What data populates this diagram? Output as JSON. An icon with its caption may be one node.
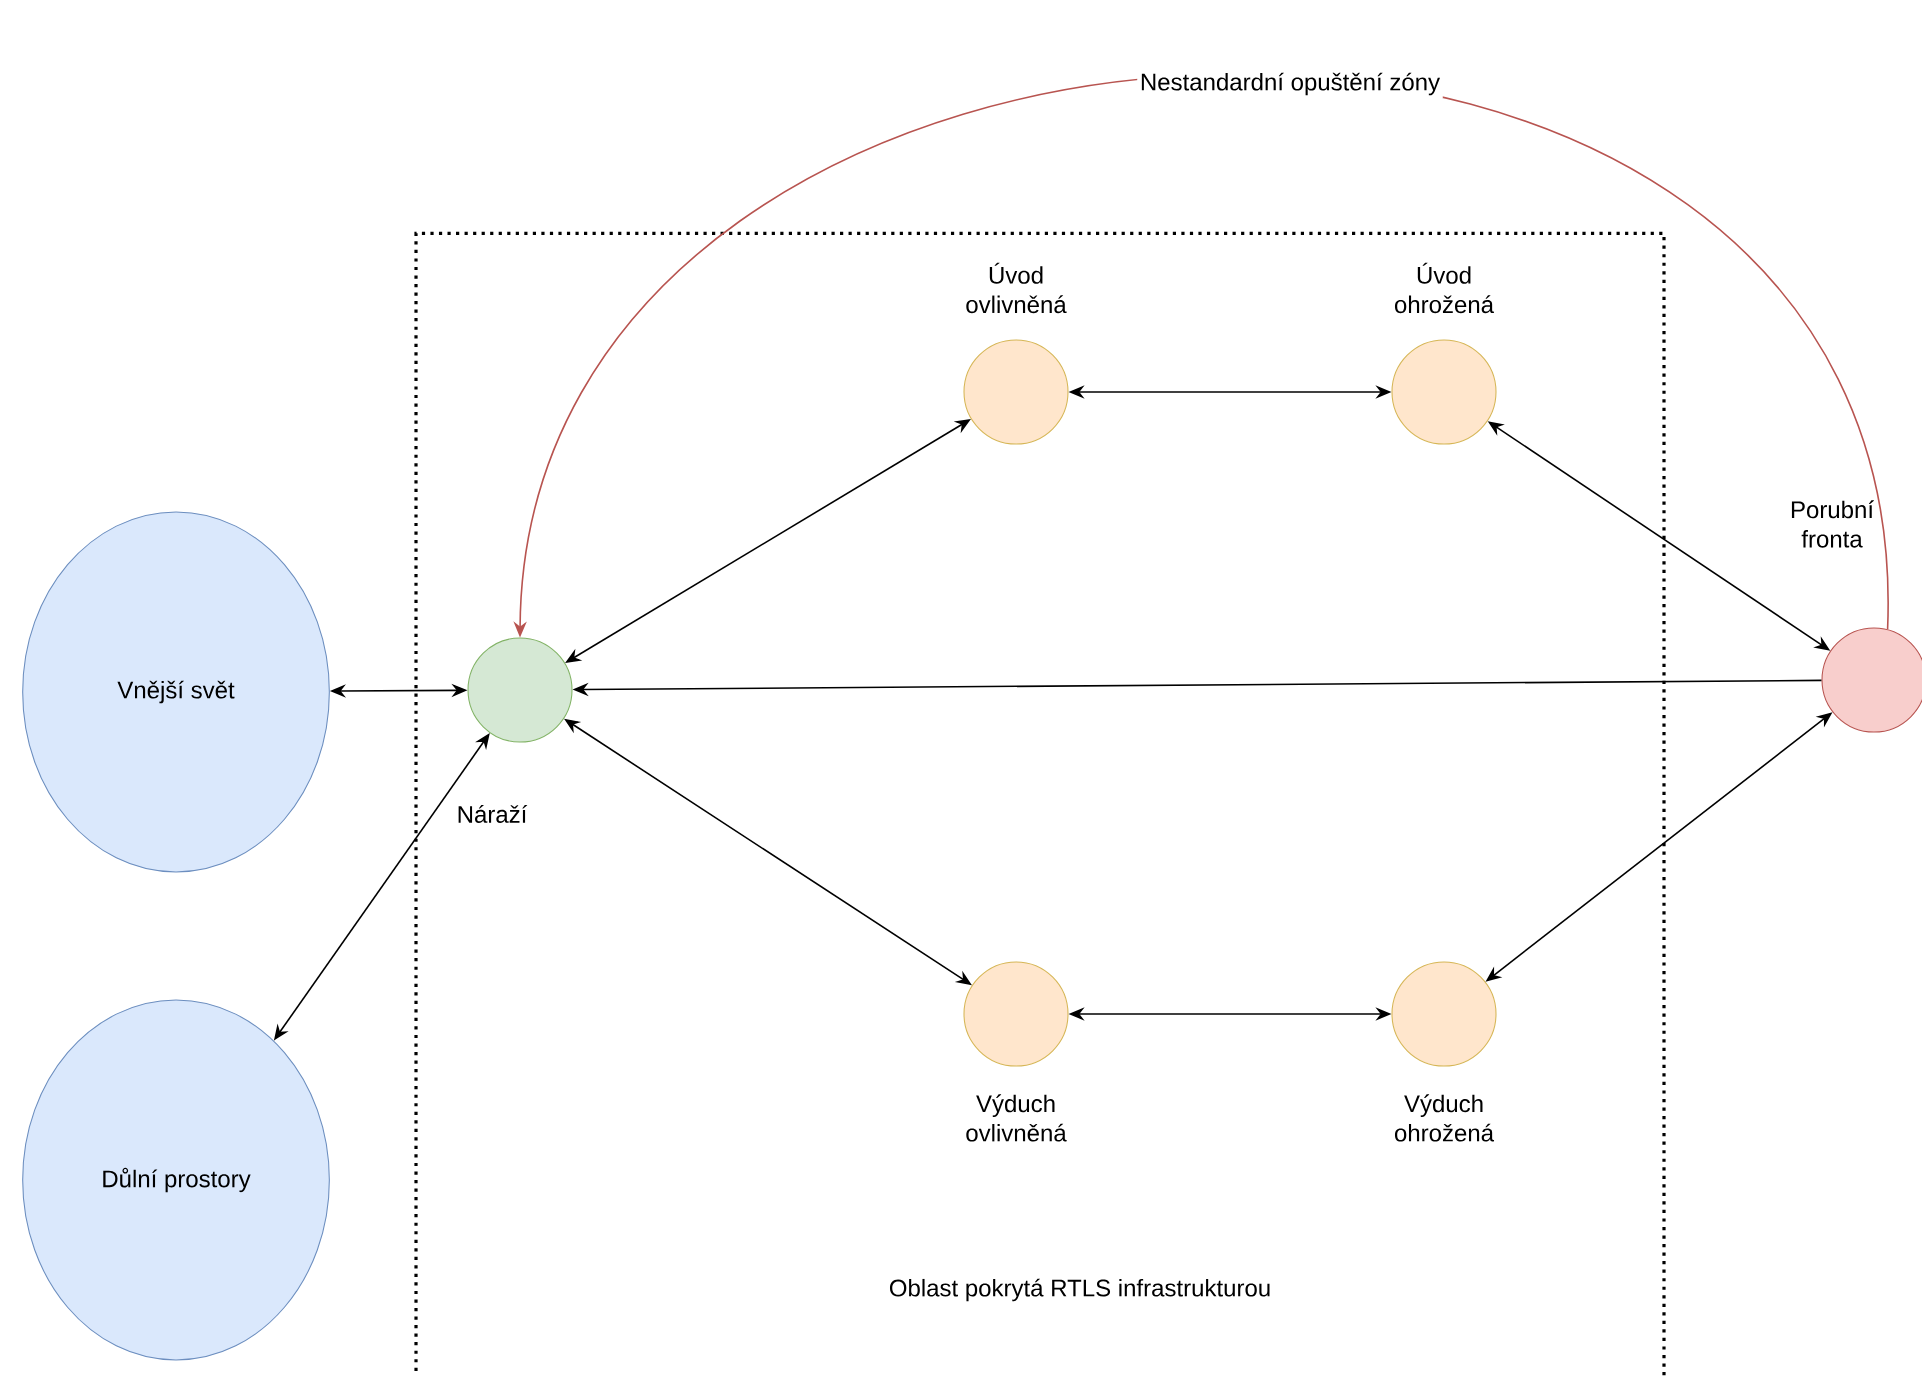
{
  "diagram": {
    "nodes": [
      {
        "text": [
          "Vnější svět"
        ]
      },
      {
        "text": [
          "Důlní prostory"
        ]
      },
      {
        "text": [
          "Oblast pokrytá RTLS infrastrukturou"
        ]
      },
      {
        "text": [
          "Náraží"
        ],
        "in": 2
      },
      {
        "text": [
          "Úvod ovlivněná"
        ],
        "in": 2
      },
      {
        "text": [
          "Úvod ohrožená"
        ],
        "in": 2
      },
      {
        "text": [
          "Výduch ovlivněná"
        ],
        "in": 2
      },
      {
        "text": [
          "Výduch ohrožená"
        ],
        "in": 2
      },
      {
        "text": [
          "Porubní fronta"
        ]
      }
    ],
    "edges": [
      {
        "from": 0,
        "to": 3,
        "arrow": "both"
      },
      {
        "from": 3,
        "to": 1,
        "arrow": "both"
      },
      {
        "from": 3,
        "to": 4,
        "arrow": "both"
      },
      {
        "from": 4,
        "to": 5,
        "arrow": "both"
      },
      {
        "from": 5,
        "to": 8,
        "arrow": "both"
      },
      {
        "from": 8,
        "to": 3,
        "arrow": "to"
      },
      {
        "from": 3,
        "to": 6,
        "arrow": "both"
      },
      {
        "from": 6,
        "to": 7,
        "arrow": "both"
      },
      {
        "from": 7,
        "to": 8,
        "arrow": "both"
      },
      {
        "from": 8,
        "to": 3,
        "arrow": "to",
        "label": "Nestandardní opuštění zóny",
        "color": "#b85450"
      }
    ]
  }
}
